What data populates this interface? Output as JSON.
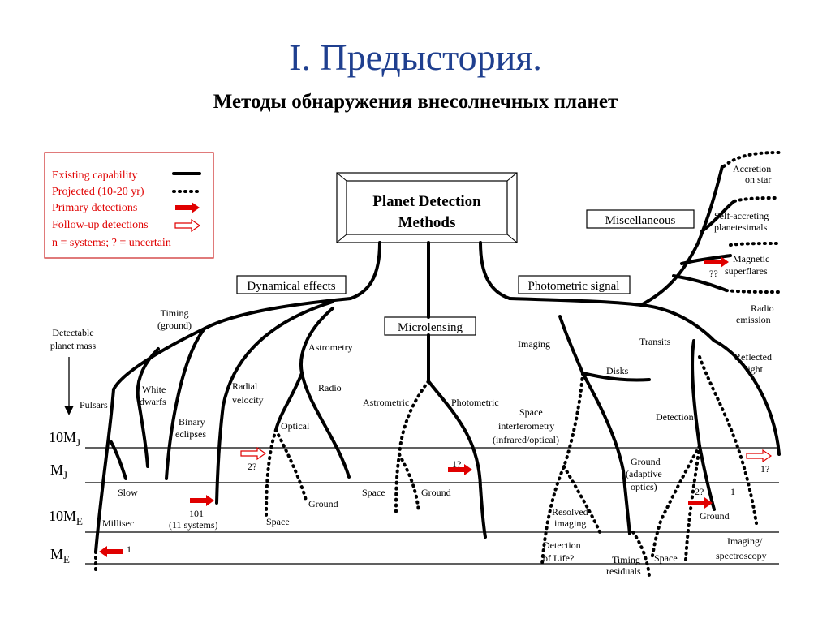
{
  "title": "I. Предыстория.",
  "subtitle": "Методы обнаружения внесолнечных планет",
  "main_box": {
    "line1": "Planet Detection",
    "line2": "Methods"
  },
  "legend": {
    "existing": "Existing capability",
    "projected": "Projected (10-20 yr)",
    "primary": "Primary detections",
    "followup": "Follow-up detections",
    "note": "n = systems; ? = uncertain"
  },
  "categories": {
    "dynamical": "Dynamical effects",
    "microlensing": "Microlensing",
    "photometric": "Photometric signal",
    "misc": "Miscellaneous"
  },
  "axis": {
    "detectable": "Detectable",
    "planet_mass": "planet mass",
    "ten_mj": "10M",
    "ten_mj_sub": "J",
    "mj": "M",
    "mj_sub": "J",
    "ten_me": "10M",
    "ten_me_sub": "E",
    "me": "M",
    "me_sub": "E"
  },
  "labels": {
    "accretion_1": "Accretion",
    "accretion_2": "on star",
    "self_accreting_1": "Self-accreting",
    "self_accreting_2": "planetesimals",
    "magnetic_1": "Magnetic",
    "magnetic_2": "superflares",
    "magnetic_q": "??",
    "radio_emission_1": "Radio",
    "radio_emission_2": "emission",
    "timing_1": "Timing",
    "timing_2": "(ground)",
    "pulsars": "Pulsars",
    "white_dwarfs_1": "White",
    "white_dwarfs_2": "dwarfs",
    "binary_1": "Binary",
    "binary_2": "eclipses",
    "radial_1": "Radial",
    "radial_2": "velocity",
    "astrometry": "Astrometry",
    "radio": "Radio",
    "optical": "Optical",
    "astrometric": "Astrometric",
    "photometric": "Photometric",
    "imaging": "Imaging",
    "disks": "Disks",
    "transits": "Transits",
    "reflected_1": "Reflected",
    "reflected_2": "light",
    "space_interf_1": "Space",
    "space_interf_2": "interferometry",
    "space_interf_3": "(infrared/optical)",
    "detection": "Detection",
    "ground_adaptive_1": "Ground",
    "ground_adaptive_2": "(adaptive",
    "ground_adaptive_3": "optics)",
    "slow": "Slow",
    "millisec": "Millisec",
    "rv_count": "101",
    "rv_systems": "(11 systems)",
    "two_q_rv": "2?",
    "space_ast": "Space",
    "ground_ast": "Ground",
    "space_micro": "Space",
    "ground_micro": "Ground",
    "one_q_micro": "1?",
    "resolved_1": "Resolved",
    "resolved_2": "imaging",
    "life_1": "Detection",
    "life_2": "of Life?",
    "timing_res_1": "Timing",
    "timing_res_2": "residuals",
    "space_tr": "Space",
    "two_q_tr": "2?",
    "one_tr": "1",
    "ground_tr": "Ground",
    "imaging_spec_1": "Imaging/",
    "imaging_spec_2": "spectroscopy",
    "one_q_refl": "1?",
    "one_pulsar": "1"
  },
  "colors": {
    "title": "#1f3f8f",
    "primary_arrow": "#e00000",
    "legend_text": "#e00000",
    "legend_border": "#cc2222"
  }
}
